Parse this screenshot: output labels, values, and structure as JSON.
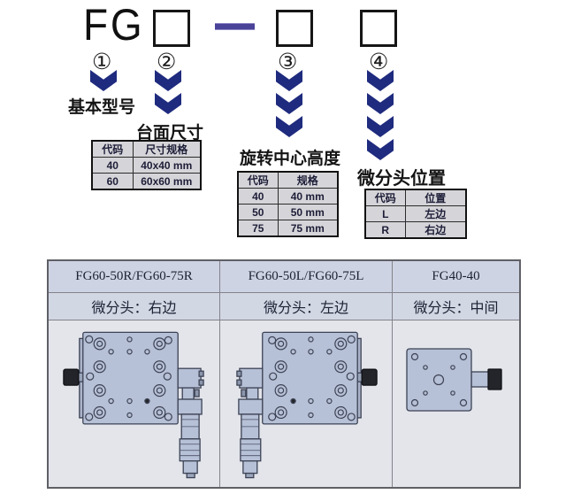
{
  "model_code_builder": {
    "prefix": "FG",
    "steps": [
      {
        "number": "①",
        "label": "基本型号",
        "chevron_count": 1
      },
      {
        "number": "②",
        "label": "台面尺寸",
        "chevron_count": 2,
        "table": {
          "headers": [
            "代码",
            "尺寸规格"
          ],
          "rows": [
            [
              "40",
              "40x40 mm"
            ],
            [
              "60",
              "60x60 mm"
            ]
          ]
        }
      },
      {
        "number": "③",
        "label": "旋转中心高度",
        "chevron_count": 3,
        "table": {
          "headers": [
            "代码",
            "规格"
          ],
          "rows": [
            [
              "40",
              "40 mm"
            ],
            [
              "50",
              "50 mm"
            ],
            [
              "75",
              "75 mm"
            ]
          ]
        }
      },
      {
        "number": "④",
        "label": "微分头位置",
        "chevron_count": 4,
        "table": {
          "headers": [
            "代码",
            "位置"
          ],
          "rows": [
            [
              "L",
              "左边"
            ],
            [
              "R",
              "右边"
            ]
          ]
        }
      }
    ]
  },
  "product_examples": {
    "columns": [
      {
        "model": "FG60-50R/FG60-75R",
        "micrometer_position": "微分头：右边",
        "image": "fg60-stage-micrometer-right"
      },
      {
        "model": "FG60-50L/FG60-75L",
        "micrometer_position": "微分头：左边",
        "image": "fg60-stage-micrometer-left"
      },
      {
        "model": "FG40-40",
        "micrometer_position": "微分头：中间",
        "image": "fg40-stage-micrometer-center"
      }
    ]
  },
  "colors": {
    "chevron_navy": "#1f2b7e",
    "dash_purple": "#4a4398",
    "spec_table_bg": "#d5d5d9",
    "panel_header_bg": "#cdd3e2",
    "panel_photo_bg": "#e3e5eb",
    "stage_fill": "#b6c0d6",
    "stage_stroke": "#3c4254",
    "knob_black": "#23252b"
  }
}
